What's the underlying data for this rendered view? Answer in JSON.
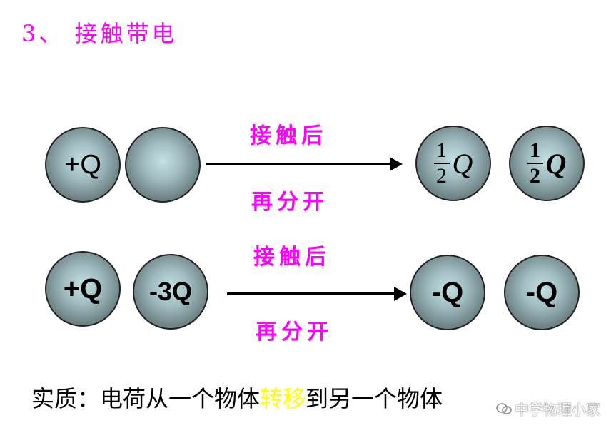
{
  "title": "3、 接触带电",
  "row1": {
    "ball1": "+Q",
    "ball2": "",
    "arrow_top": "接触后",
    "arrow_bottom": "再分开",
    "result1": {
      "num": "1",
      "den": "2",
      "q": "Q"
    },
    "result2": {
      "num": "1",
      "den": "2",
      "q": "Q"
    }
  },
  "row2": {
    "ball1": "+Q",
    "ball2": "-3Q",
    "arrow_top": "接触后",
    "arrow_bottom": "再分开",
    "result1": "-Q",
    "result2": "-Q"
  },
  "conclusion": {
    "prefix": "实质：电荷从一个物体",
    "highlight": "转移",
    "suffix": "到另一个物体"
  },
  "watermark": "中学物理小家",
  "colors": {
    "accent": "#ff00ff",
    "highlight": "#ffff00"
  }
}
